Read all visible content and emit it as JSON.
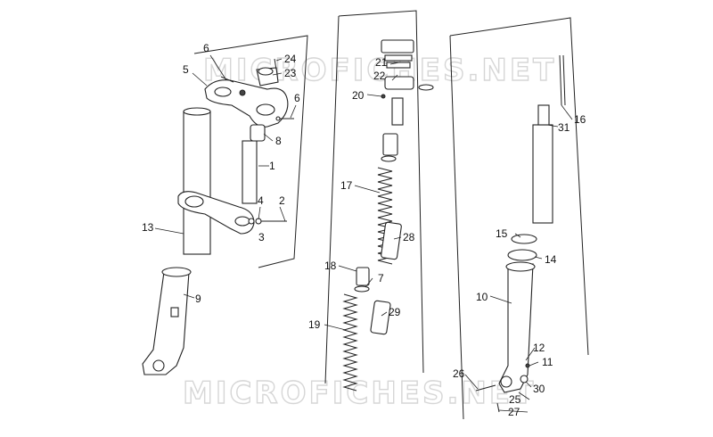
{
  "watermark": {
    "top": "MICROFICHES.NET",
    "bottom": "MICROFICHES.NET"
  },
  "callouts": [
    {
      "id": "c1",
      "text": "1"
    },
    {
      "id": "c2",
      "text": "2"
    },
    {
      "id": "c3",
      "text": "3"
    },
    {
      "id": "c4",
      "text": "4"
    },
    {
      "id": "c5",
      "text": "5"
    },
    {
      "id": "c6a",
      "text": "6"
    },
    {
      "id": "c6b",
      "text": "6"
    },
    {
      "id": "c7",
      "text": "7"
    },
    {
      "id": "c8",
      "text": "8"
    },
    {
      "id": "c9",
      "text": "9"
    },
    {
      "id": "c10",
      "text": "10"
    },
    {
      "id": "c11",
      "text": "11"
    },
    {
      "id": "c12",
      "text": "12"
    },
    {
      "id": "c13",
      "text": "13"
    },
    {
      "id": "c14",
      "text": "14"
    },
    {
      "id": "c15",
      "text": "15"
    },
    {
      "id": "c16",
      "text": "16"
    },
    {
      "id": "c17",
      "text": "17"
    },
    {
      "id": "c18",
      "text": "18"
    },
    {
      "id": "c19",
      "text": "19"
    },
    {
      "id": "c20",
      "text": "20"
    },
    {
      "id": "c21",
      "text": "21"
    },
    {
      "id": "c22",
      "text": "22"
    },
    {
      "id": "c23",
      "text": "23"
    },
    {
      "id": "c24",
      "text": "24"
    },
    {
      "id": "c25",
      "text": "25"
    },
    {
      "id": "c26",
      "text": "26"
    },
    {
      "id": "c27",
      "text": "27"
    },
    {
      "id": "c28",
      "text": "28"
    },
    {
      "id": "c29",
      "text": "29"
    },
    {
      "id": "c30",
      "text": "30"
    },
    {
      "id": "c31",
      "text": "31"
    }
  ]
}
